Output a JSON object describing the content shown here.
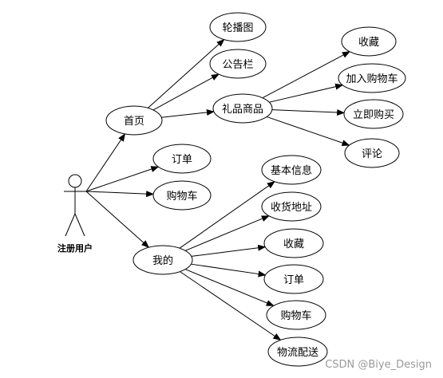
{
  "actor": {
    "label": "注册用户"
  },
  "nodes": {
    "home": "首页",
    "carousel": "轮播图",
    "notice": "公告栏",
    "gift": "礼品商品",
    "fav1": "收藏",
    "addcart": "加入购物车",
    "buy": "立即购买",
    "comment": "评论",
    "order1": "订单",
    "cart1": "购物车",
    "mine": "我的",
    "info": "基本信息",
    "address": "收货地址",
    "fav2": "收藏",
    "order2": "订单",
    "cart2": "购物车",
    "delivery": "物流配送"
  },
  "watermark": "CSDN @Biye_Design"
}
